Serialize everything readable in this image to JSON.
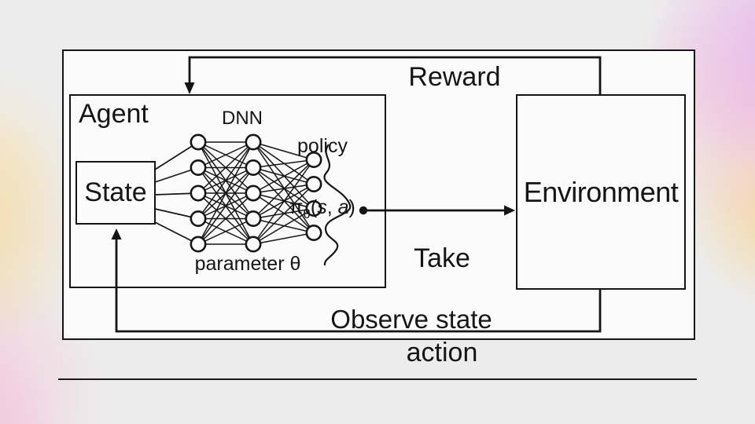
{
  "colors": {
    "ink": "#151515",
    "panel": "#fbfbfb",
    "page_base": "#ececec",
    "blob_lavender": "#e8b7f0",
    "blob_pink": "#f5c9d4",
    "blob_orange": "#f7d396"
  },
  "agent": {
    "label": "Agent"
  },
  "state": {
    "label": "State"
  },
  "environment": {
    "label": "Environment"
  },
  "dnn": {
    "label": "DNN",
    "layers": [
      5,
      5,
      4
    ],
    "parameter_label": "parameter θ"
  },
  "policy": {
    "label": "policy",
    "pi": "π",
    "theta": "θ",
    "open_paren": "(",
    "s": "s",
    "comma": ", ",
    "a": "a",
    "close_paren": ")"
  },
  "edges": {
    "reward": "Reward",
    "take_action": [
      "Take",
      "action"
    ],
    "observe_state": "Observe state"
  }
}
